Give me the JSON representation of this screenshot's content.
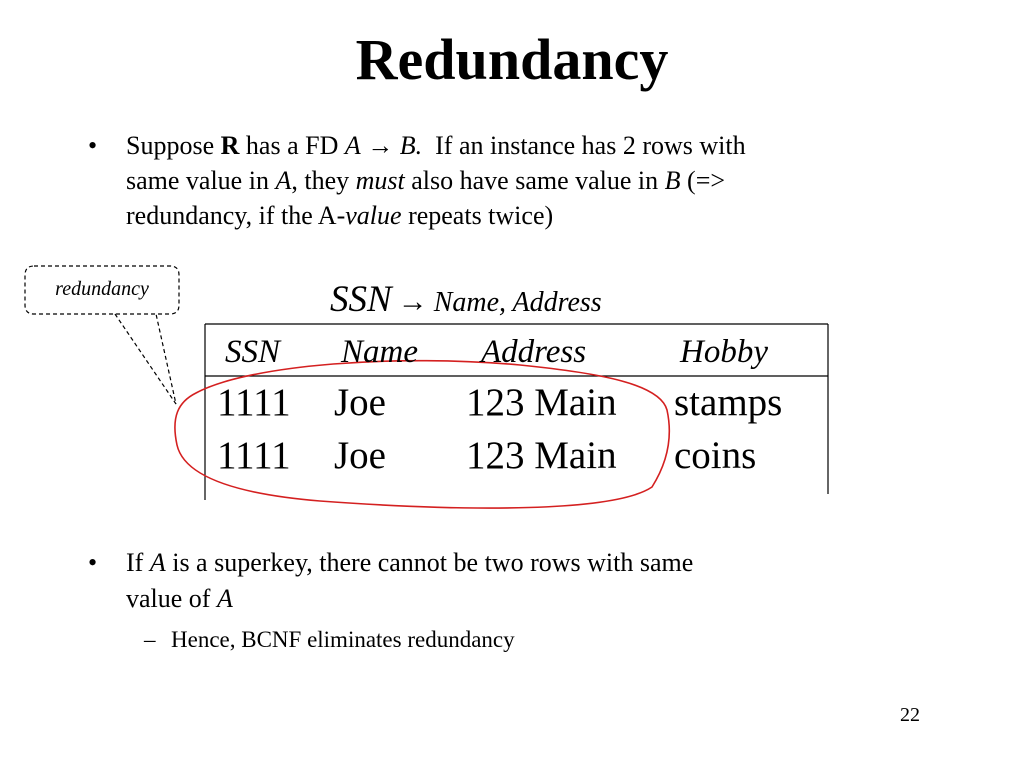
{
  "slide": {
    "title": "Redundancy",
    "page_number": "22"
  },
  "bullet1": {
    "line1": {
      "t1": "Suppose ",
      "bold_r": "R",
      "t2": " has a FD ",
      "a": "A",
      "arrow": "→",
      "b": "B.",
      "t3": "  If an instance has 2 rows with"
    },
    "line2": {
      "t1": "same value in ",
      "a": "A",
      "t2": ", they ",
      "must": "must",
      "t3": " also have same value in ",
      "b": "B",
      "t4": " (=>"
    },
    "line3": {
      "t1": "redundancy, if the A-",
      "value": "value",
      "t2": " repeats twice)"
    }
  },
  "callout": {
    "label": "redundancy"
  },
  "fd": {
    "lhs": "SSN",
    "arrow": "→",
    "rhs": "Name, Address"
  },
  "table": {
    "headers": [
      "SSN",
      "Name",
      "Address",
      "Hobby"
    ],
    "rows": [
      [
        "1111",
        "Joe",
        "123 Main",
        "stamps"
      ],
      [
        "1111",
        "Joe",
        "123 Main",
        "coins"
      ]
    ]
  },
  "bullet2": {
    "line1": {
      "t1": "If ",
      "a": "A",
      "t2": " is a superkey, there cannot be two rows with same"
    },
    "line2": {
      "t1": "value of ",
      "a": "A"
    }
  },
  "sub_bullet": {
    "dash": "–",
    "text": "Hence, BCNF eliminates redundancy"
  },
  "colors": {
    "annotation_ink": "#d42020",
    "text": "#000000",
    "background": "#ffffff"
  }
}
